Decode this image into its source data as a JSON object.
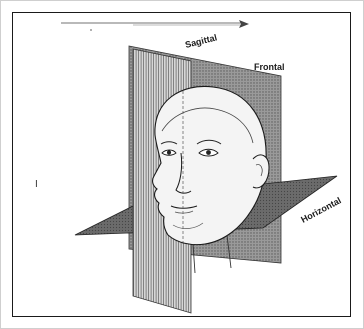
{
  "labels": {
    "sagittal": "Sagittal",
    "frontal": "Frontal",
    "horizontal": "Horizontal",
    "left_mark": "I"
  },
  "colors": {
    "frame_border": "#cfcfcf",
    "inner_border": "#1a1a1a",
    "plane_dark": "#5e5e5e",
    "plane_mid": "#8a8a8a",
    "plane_light": "#c2c2c2",
    "line": "#222222"
  },
  "icons": {
    "arrow": "top-arrow-icon",
    "head": "head-illustration"
  }
}
